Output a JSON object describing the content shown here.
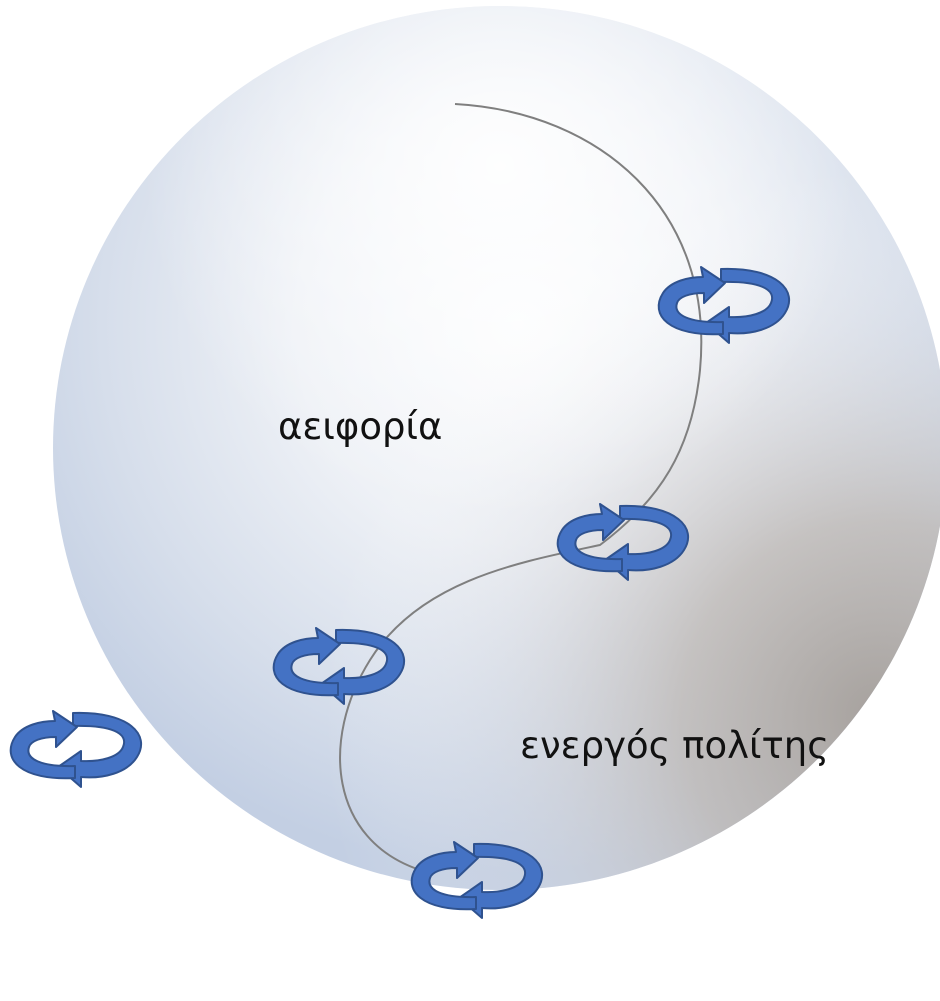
{
  "labels": {
    "sustainability": "αειφορία",
    "active_citizen": "ενεργός πολίτης"
  },
  "icons": {
    "sphere": "sphere",
    "cycle": "cycle-arrows-icon",
    "path": "curved-path"
  },
  "colors": {
    "arrow_fill": "#4472C4",
    "arrow_stroke": "#2F528F",
    "path_stroke": "#7f7f7f",
    "sphere_light": "#f7f8fb",
    "sphere_blue": "#c6d4ea",
    "sphere_shadow": "#b5b1ad"
  }
}
